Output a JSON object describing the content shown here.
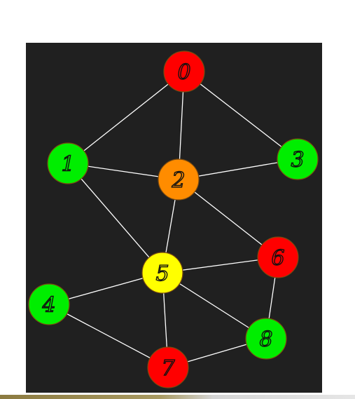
{
  "diagram": {
    "panel_background": "#202020",
    "edge_color": "#ffffff",
    "node_border": "#7a4a10",
    "label_color": "#111111",
    "nodes": [
      {
        "id": "0",
        "label": "0",
        "color": "#ff0000"
      },
      {
        "id": "1",
        "label": "1",
        "color": "#00ee00"
      },
      {
        "id": "2",
        "label": "2",
        "color": "#ff8c00"
      },
      {
        "id": "3",
        "label": "3",
        "color": "#00ee00"
      },
      {
        "id": "4",
        "label": "4",
        "color": "#00ee00"
      },
      {
        "id": "5",
        "label": "5",
        "color": "#ffff00"
      },
      {
        "id": "6",
        "label": "6",
        "color": "#ff0000"
      },
      {
        "id": "7",
        "label": "7",
        "color": "#ff0000"
      },
      {
        "id": "8",
        "label": "8",
        "color": "#00ee00"
      }
    ],
    "edges": [
      [
        "0",
        "1"
      ],
      [
        "0",
        "2"
      ],
      [
        "0",
        "3"
      ],
      [
        "1",
        "2"
      ],
      [
        "1",
        "5"
      ],
      [
        "2",
        "3"
      ],
      [
        "2",
        "5"
      ],
      [
        "2",
        "6"
      ],
      [
        "5",
        "4"
      ],
      [
        "5",
        "6"
      ],
      [
        "5",
        "7"
      ],
      [
        "5",
        "8"
      ],
      [
        "6",
        "8"
      ],
      [
        "4",
        "7"
      ],
      [
        "7",
        "8"
      ]
    ]
  }
}
